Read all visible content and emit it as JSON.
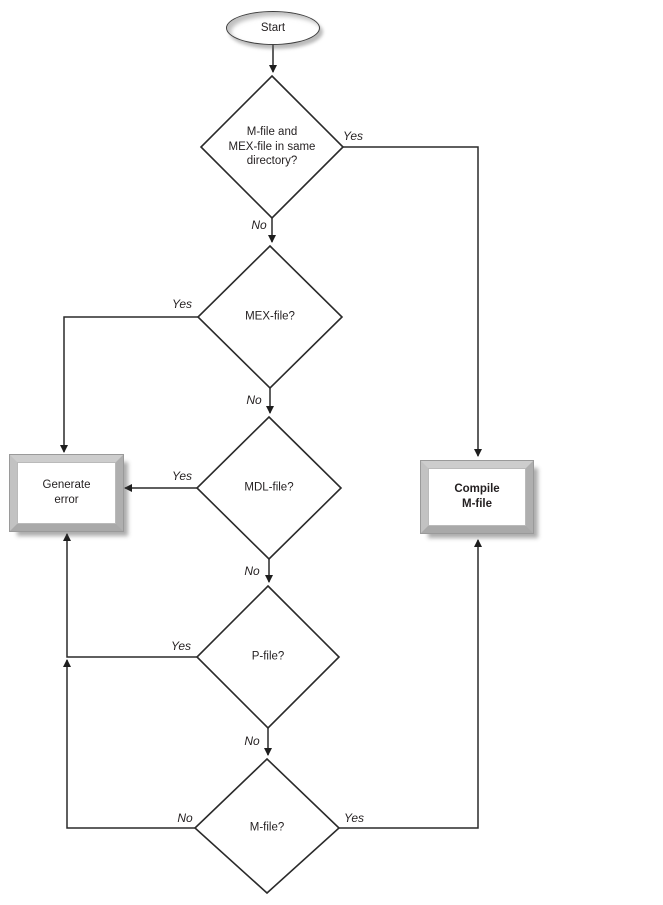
{
  "flowchart": {
    "colors": {
      "background": "#ffffff",
      "line": "#2a2a2a",
      "text": "#231f20",
      "bevel_light": "#cdcdcd",
      "bevel_dark": "#a9a9a9"
    },
    "start": {
      "label": "Start"
    },
    "decisions": [
      {
        "id": "same-directory",
        "label": "M-file and\nMEX-file in same\ndirectory?"
      },
      {
        "id": "mex-file",
        "label": "MEX-file?"
      },
      {
        "id": "mdl-file",
        "label": "MDL-file?"
      },
      {
        "id": "p-file",
        "label": "P-file?"
      },
      {
        "id": "m-file",
        "label": "M-file?"
      }
    ],
    "processes": [
      {
        "id": "generate-error",
        "label": "Generate\nerror"
      },
      {
        "id": "compile-m-file",
        "label": "Compile\nM-file"
      }
    ],
    "edge_labels": [
      {
        "edge": "same-directory-yes",
        "label": "Yes"
      },
      {
        "edge": "same-directory-no",
        "label": "No"
      },
      {
        "edge": "mex-file-yes",
        "label": "Yes"
      },
      {
        "edge": "mex-file-no",
        "label": "No"
      },
      {
        "edge": "mdl-file-yes",
        "label": "Yes"
      },
      {
        "edge": "mdl-file-no",
        "label": "No"
      },
      {
        "edge": "p-file-yes",
        "label": "Yes"
      },
      {
        "edge": "p-file-no",
        "label": "No"
      },
      {
        "edge": "m-file-no",
        "label": "No"
      },
      {
        "edge": "m-file-yes",
        "label": "Yes"
      }
    ]
  }
}
